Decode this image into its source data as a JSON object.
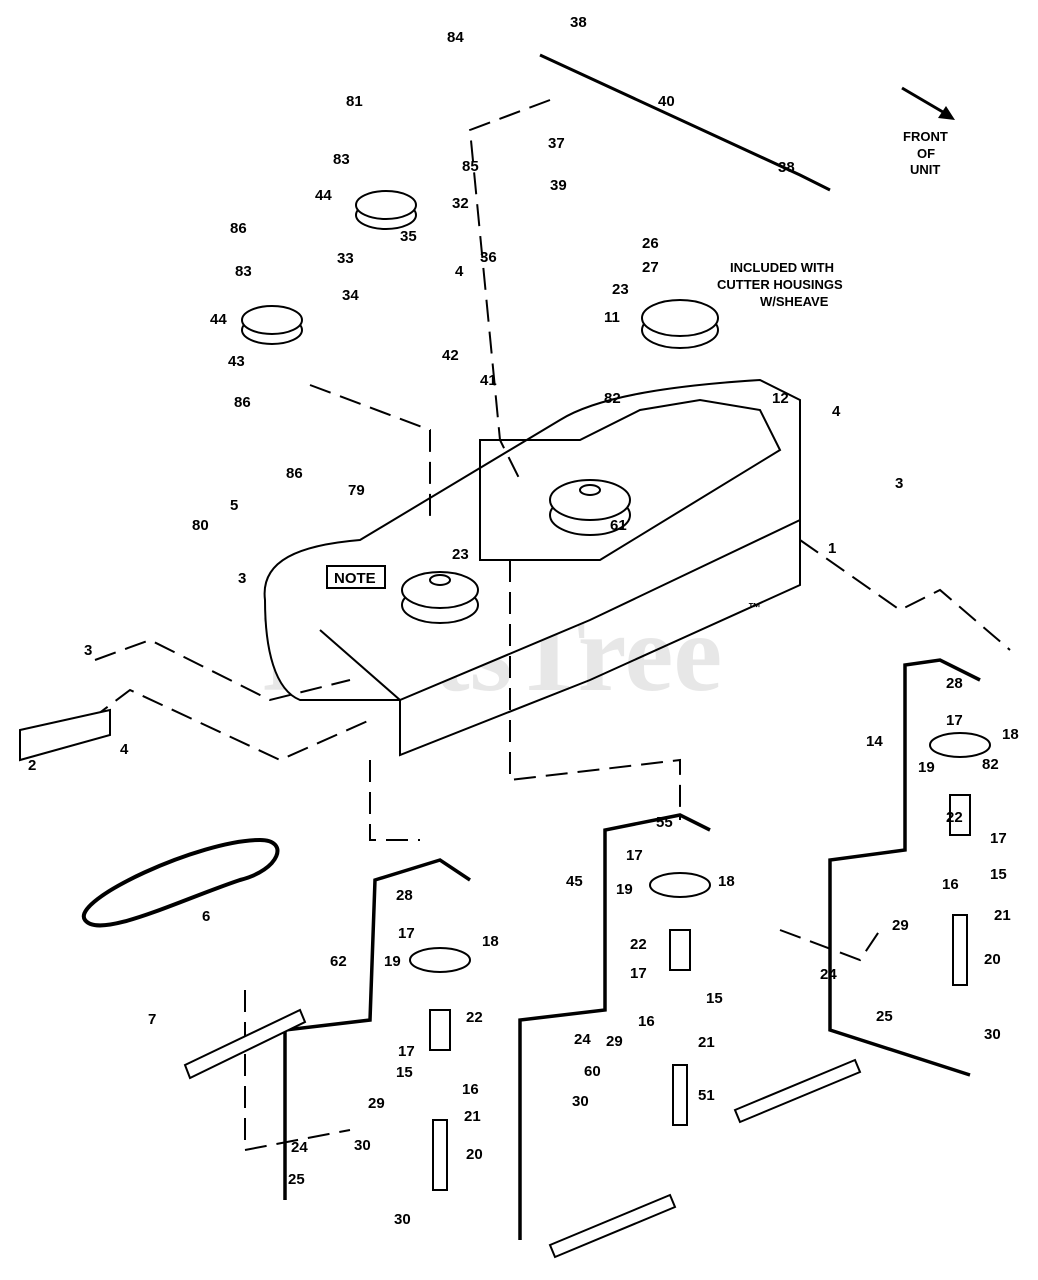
{
  "diagram": {
    "watermark": "PartsTree",
    "watermark_tm": "™",
    "front_of_unit": [
      "FRONT",
      "OF",
      "UNIT"
    ],
    "included_note": [
      "INCLUDED WITH",
      "CUTTER HOUSINGS",
      "W/SHEAVE"
    ],
    "note_box": "NOTE",
    "part_labels": [
      "84",
      "38",
      "40",
      "81",
      "37",
      "83",
      "85",
      "39",
      "44",
      "32",
      "86",
      "35",
      "26",
      "27",
      "33",
      "4",
      "36",
      "34",
      "83",
      "23",
      "11",
      "44",
      "42",
      "43",
      "41",
      "82",
      "12",
      "4",
      "86",
      "3",
      "86",
      "79",
      "5",
      "80",
      "61",
      "1",
      "23",
      "3",
      "28",
      "3",
      "17",
      "18",
      "14",
      "19",
      "82",
      "2",
      "4",
      "22",
      "55",
      "17",
      "15",
      "17",
      "18",
      "16",
      "45",
      "19",
      "28",
      "21",
      "6",
      "29",
      "17",
      "18",
      "22",
      "20",
      "62",
      "19",
      "17",
      "24",
      "15",
      "7",
      "25",
      "30",
      "22",
      "24",
      "29",
      "16",
      "21",
      "60",
      "17",
      "15",
      "16",
      "51",
      "30",
      "29",
      "21",
      "24",
      "30",
      "20",
      "25",
      "30",
      "38"
    ]
  }
}
